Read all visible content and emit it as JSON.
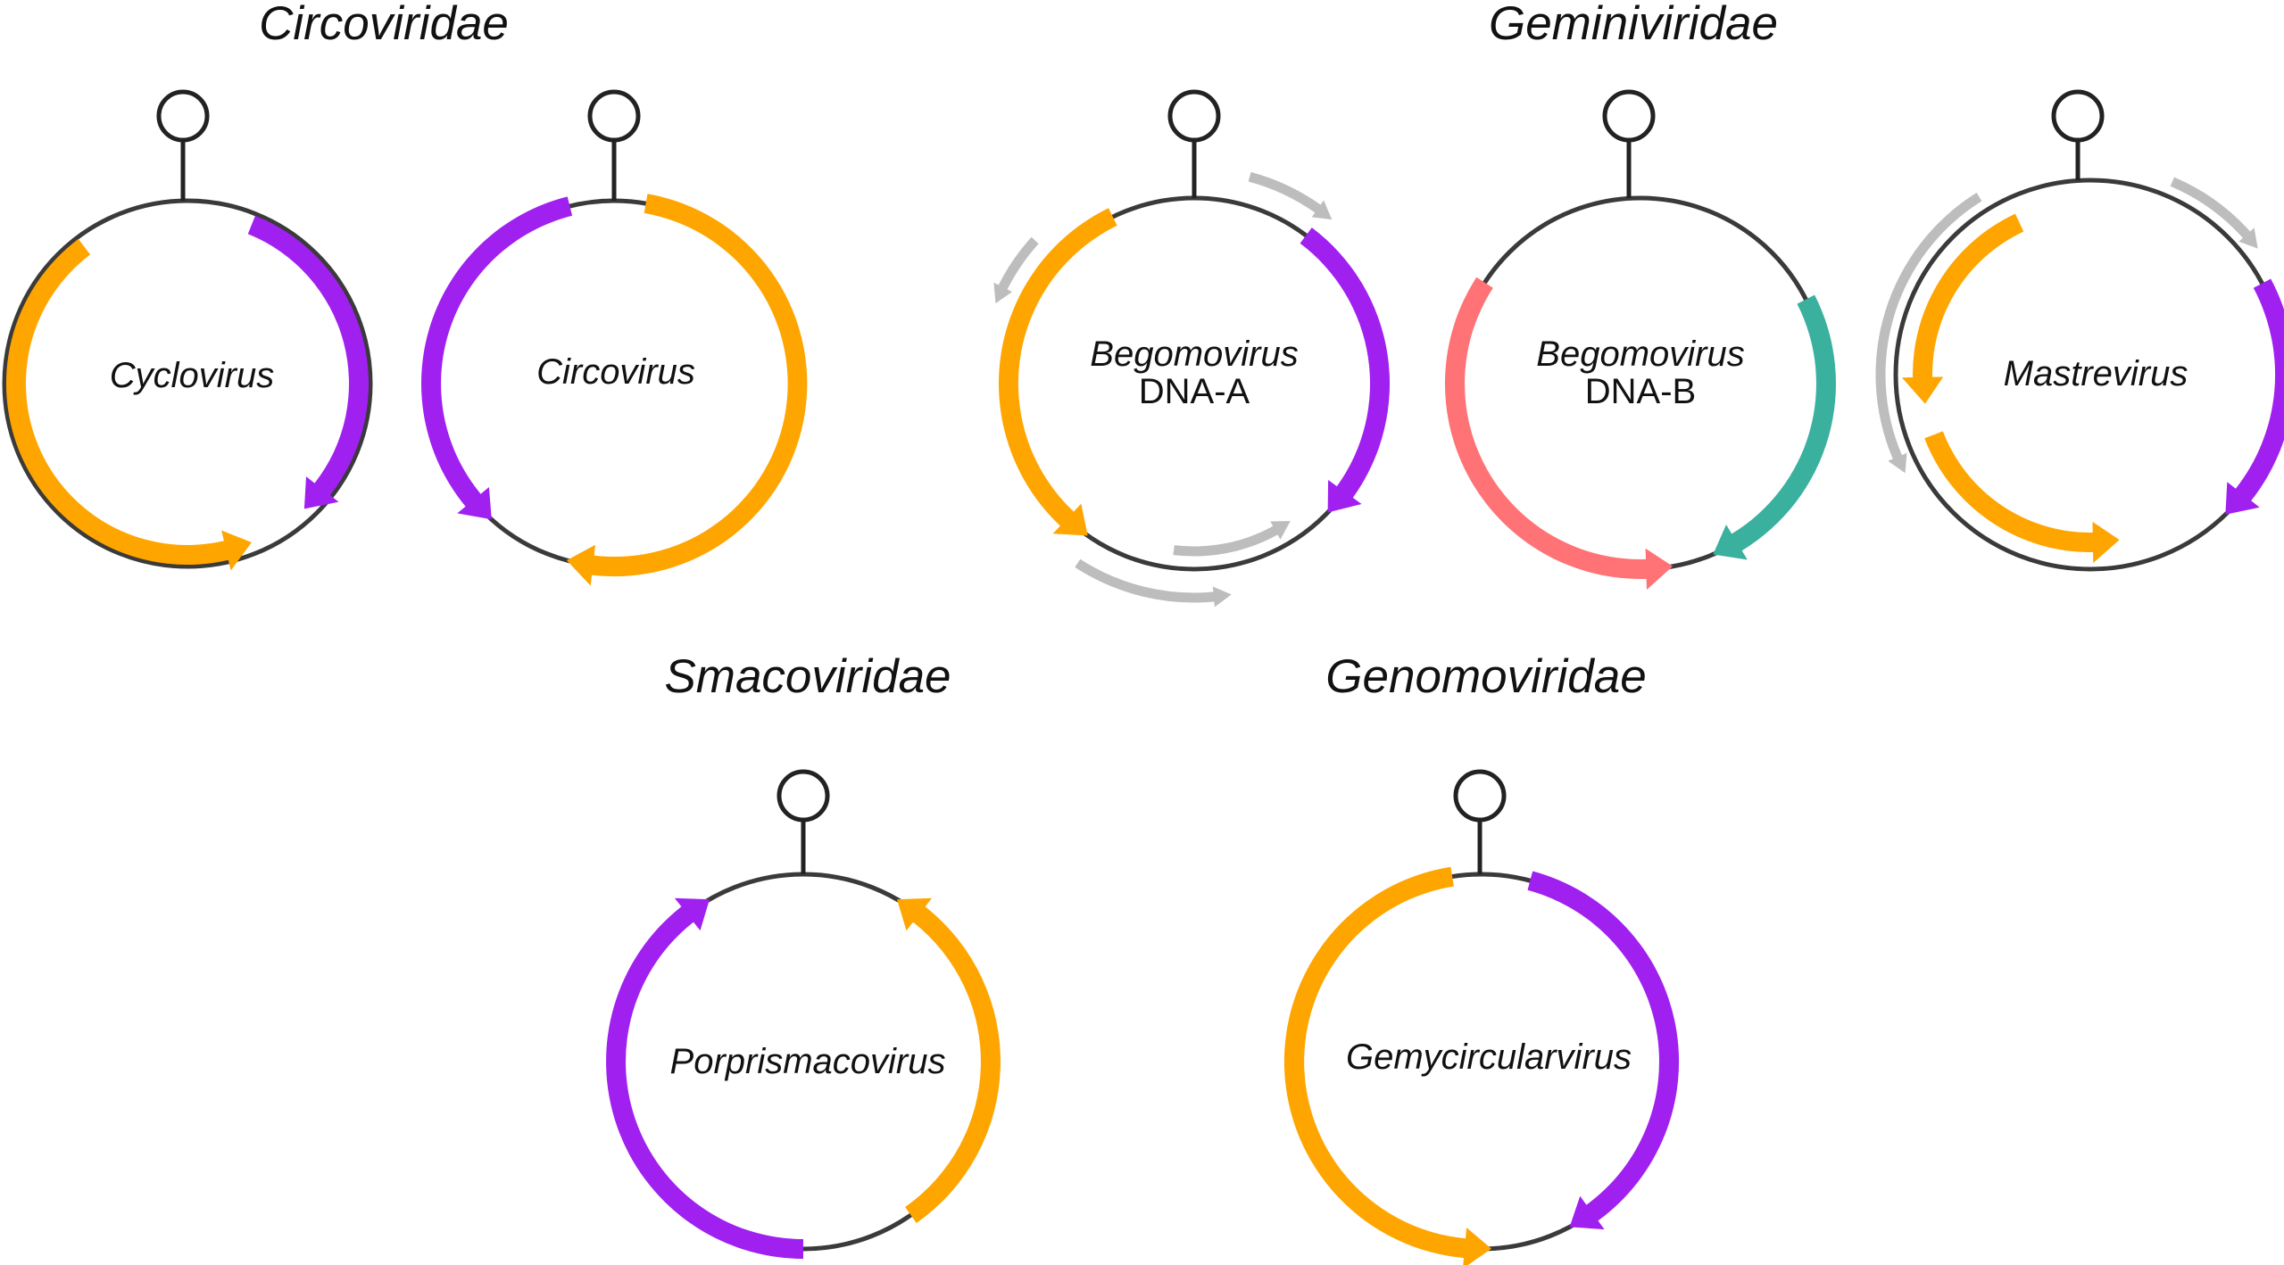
{
  "colors": {
    "orange": "#FFA500",
    "purple": "#A020F0",
    "salmon": "#FF7276",
    "teal": "#3AB09E",
    "gray": "#BDBDBD",
    "backbone": "#3a3a3a"
  },
  "families": {
    "circoviridae": "Circoviridae",
    "geminiviridae": "Geminiviridae",
    "smacoviridae": "Smacoviridae",
    "genomoviridae": "Genomoviridae"
  },
  "genomes": {
    "cyclovirus": {
      "label": "Cyclovirus"
    },
    "circovirus": {
      "label": "Circovirus"
    },
    "begomovirus_a": {
      "label": "Begomovirus",
      "sublabel": "DNA-A"
    },
    "begomovirus_b": {
      "label": "Begomovirus",
      "sublabel": "DNA-B"
    },
    "mastrevirus": {
      "label": "Mastrevirus"
    },
    "porprismacovirus": {
      "label": "Porprismacovirus"
    },
    "gemycircularvirus": {
      "label": "Gemycircularvirus"
    }
  }
}
